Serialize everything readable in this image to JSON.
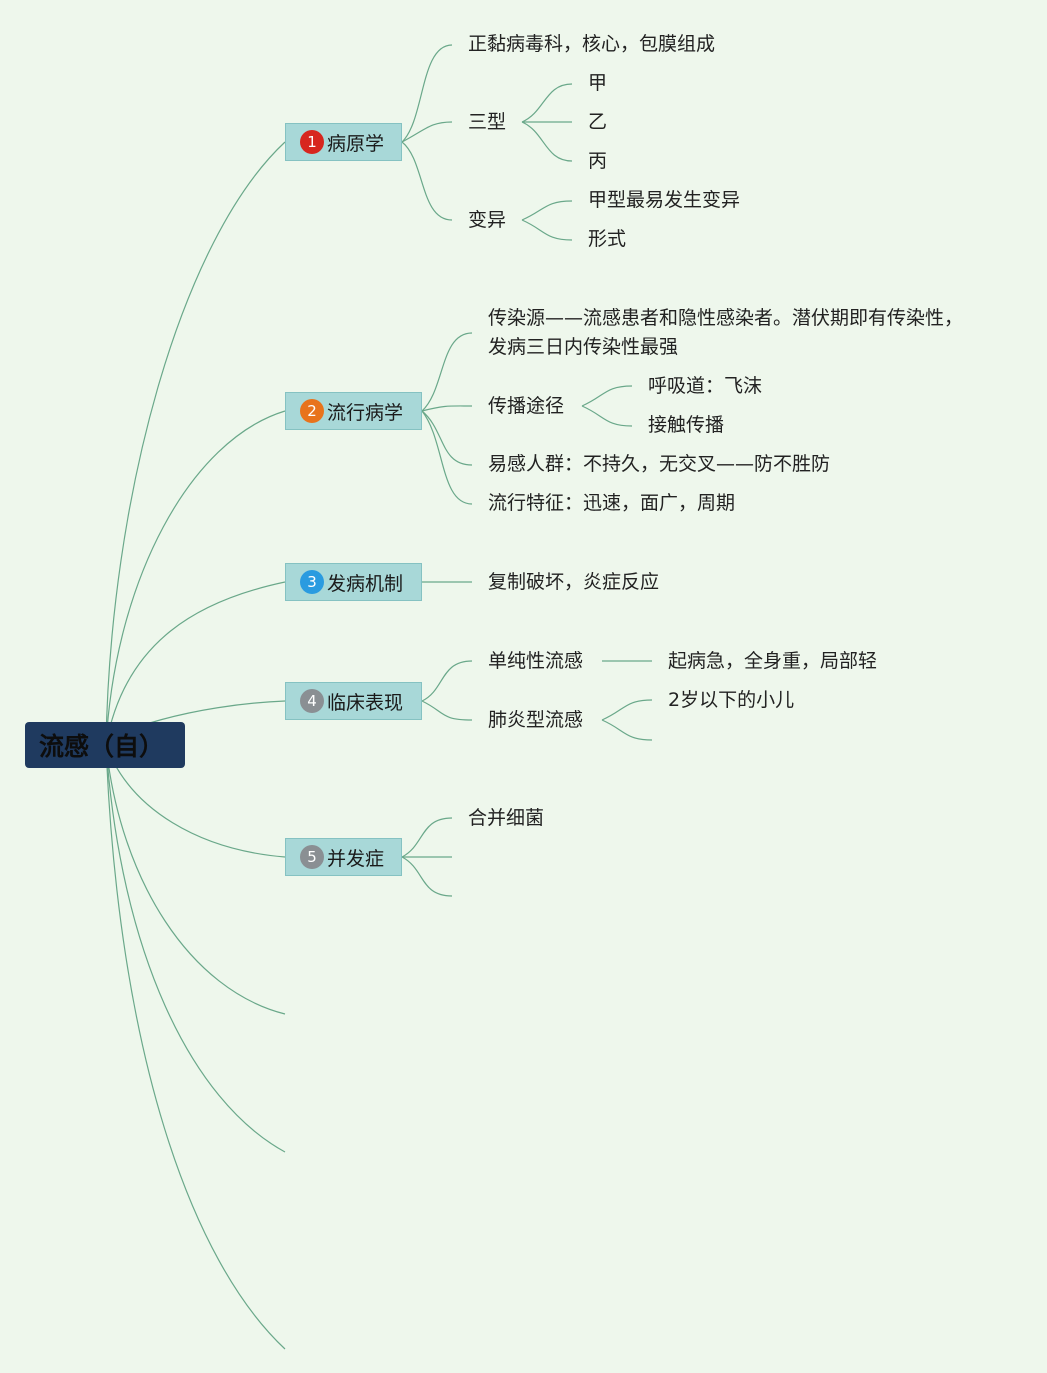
{
  "root": {
    "label": "流感（自）"
  },
  "branches": [
    {
      "num": "1",
      "label": "病原学",
      "color": "#d7261e"
    },
    {
      "num": "2",
      "label": "流行病学",
      "color": "#e8731c"
    },
    {
      "num": "3",
      "label": "发病机制",
      "color": "#2a9be0"
    },
    {
      "num": "4",
      "label": "临床表现",
      "color": "#8a8f93"
    },
    {
      "num": "5",
      "label": "并发症",
      "color": "#8a8f93"
    }
  ],
  "pathogen": {
    "composition": "正黏病毒科，核心，包膜组成",
    "types": {
      "label": "三型",
      "items": [
        "甲",
        "乙",
        "丙"
      ]
    },
    "variation": {
      "label": "变异",
      "items": [
        "甲型最易发生变异",
        "形式"
      ]
    }
  },
  "epidemiology": {
    "source_line1": "传染源——流感患者和隐性感染者。潜伏期即有传染性，",
    "source_line2": "发病三日内传染性最强",
    "route": {
      "label": "传播途径",
      "items": [
        "呼吸道：飞沫",
        "接触传播"
      ]
    },
    "susceptible": "易感人群：不持久，无交叉——防不胜防",
    "features": "流行特征：迅速，面广，周期"
  },
  "pathogenesis": {
    "text": "复制破坏，炎症反应"
  },
  "clinical": {
    "simple": {
      "label": "单纯性流感",
      "detail": "起病急，全身重，局部轻"
    },
    "pneumonia": {
      "label": "肺炎型流感",
      "detail": "2岁以下的小儿"
    }
  },
  "complications": {
    "items": [
      "合并细菌"
    ]
  },
  "colors": {
    "background": "#eef7ec",
    "line": "#6aa88a",
    "root_fill": "#1f3a5f",
    "branch_fill": "#a8d8d8"
  }
}
